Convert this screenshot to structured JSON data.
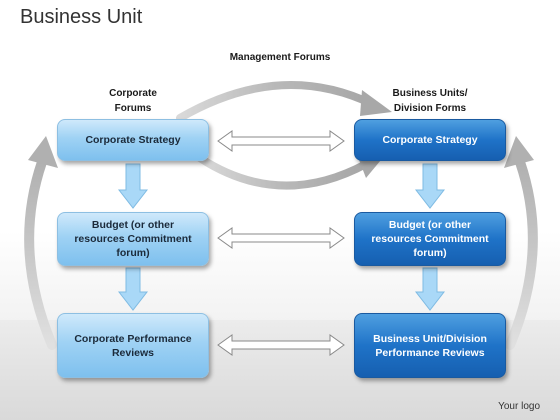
{
  "page": {
    "title": "Business Unit",
    "footer": "Your logo"
  },
  "diagram": {
    "center_heading": "Management Forums",
    "left_heading": [
      "Corporate",
      "Forums"
    ],
    "right_heading": [
      "Business Units/",
      "Division Forms"
    ],
    "left_boxes": [
      {
        "lines": [
          "Corporate Strategy"
        ]
      },
      {
        "lines": [
          "Budget (or other",
          "resources Commitment",
          "forum)"
        ]
      },
      {
        "lines": [
          "Corporate Performance",
          "Reviews"
        ]
      }
    ],
    "right_boxes": [
      {
        "lines": [
          "Corporate Strategy"
        ]
      },
      {
        "lines": [
          "Budget (or other",
          "resources Commitment",
          "forum)"
        ]
      },
      {
        "lines": [
          "Business Unit/Division",
          "Performance Reviews"
        ]
      }
    ]
  },
  "colors": {
    "light_box": "#9fd2f4",
    "dark_box": "#1f73c8",
    "arrow_grey": "#b8b8b8",
    "down_arrow": "#a9d8f7"
  }
}
